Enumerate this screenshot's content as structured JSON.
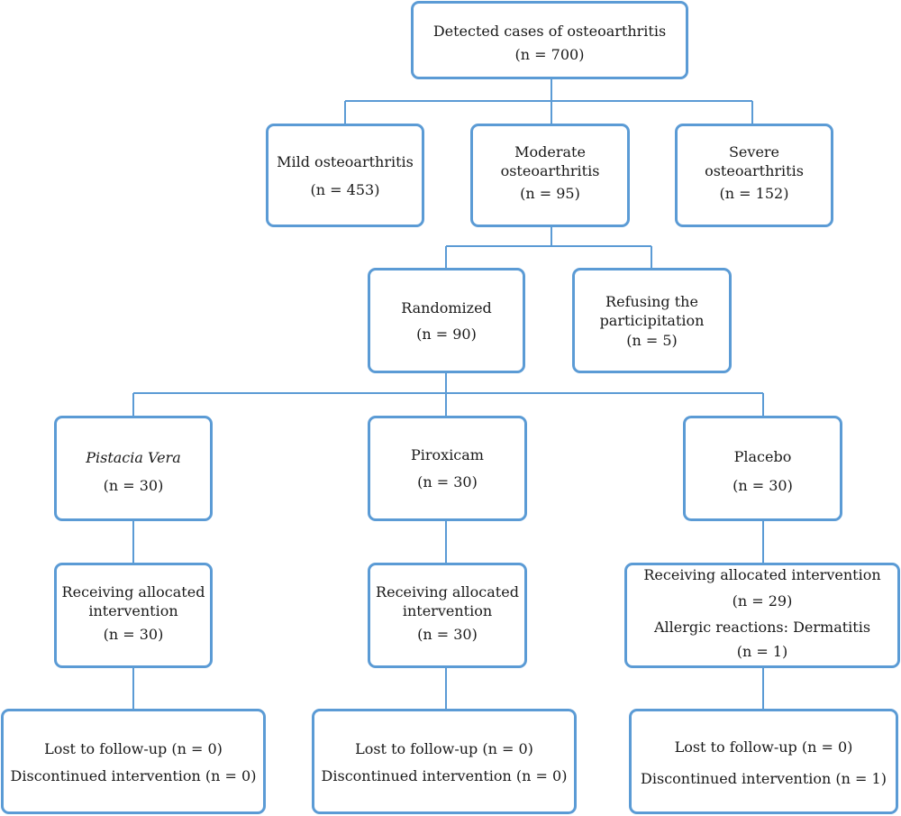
{
  "colors": {
    "box_border": "#5b9bd5",
    "connector": "#5b9bd5",
    "text": "#1a1a1a",
    "background": "#ffffff"
  },
  "detected": {
    "label": "Detected cases of osteoarthritis",
    "n": "(n = 700)"
  },
  "mild": {
    "label": "Mild osteoarthritis",
    "n": "(n = 453)"
  },
  "moderate": {
    "label_line1": "Moderate",
    "label_line2": "osteoarthritis",
    "n": "(n = 95)"
  },
  "severe": {
    "label_line1": "Severe",
    "label_line2": "osteoarthritis",
    "n": "(n = 152)"
  },
  "randomized": {
    "label": "Randomized",
    "n": "(n = 90)"
  },
  "refusing": {
    "label_line1": "Refusing the",
    "label_line2": "participitation",
    "n": "(n = 5)"
  },
  "pistacia": {
    "label": "Pistacia Vera",
    "n": "(n = 30)"
  },
  "piroxicam": {
    "label": "Piroxicam",
    "n": "(n = 30)"
  },
  "placebo": {
    "label": "Placebo",
    "n": "(n = 30)"
  },
  "pistacia_alloc": {
    "label_line1": "Receiving allocated",
    "label_line2": "intervention",
    "n": "(n = 30)"
  },
  "piroxicam_alloc": {
    "label_line1": "Receiving allocated",
    "label_line2": "intervention",
    "n": "(n = 30)"
  },
  "placebo_alloc": {
    "label": "Receiving allocated intervention",
    "n": "(n = 29)",
    "allergy": "Allergic reactions: Dermatitis",
    "allergy_n": "(n = 1)"
  },
  "pistacia_follow": {
    "lost": "Lost to follow-up (n = 0)",
    "discontinued": "Discontinued intervention (n = 0)"
  },
  "piroxicam_follow": {
    "lost": "Lost to follow-up (n = 0)",
    "discontinued": "Discontinued intervention (n = 0)"
  },
  "placebo_follow": {
    "lost": "Lost to follow-up (n = 0)",
    "discontinued": "Discontinued intervention (n = 1)"
  }
}
